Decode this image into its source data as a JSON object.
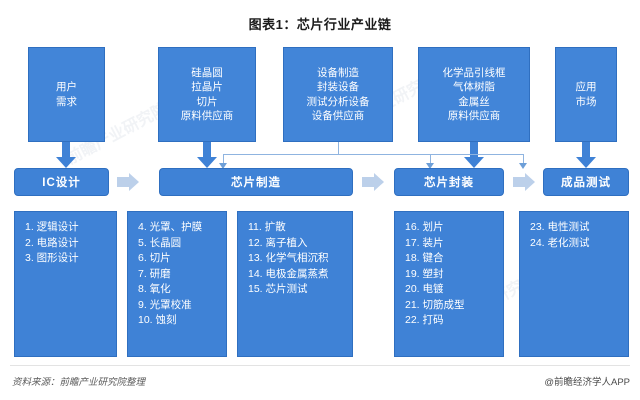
{
  "title": "图表1：芯片行业产业链",
  "sources": [
    {
      "name": "user-demand",
      "lines": [
        "用户",
        "需求"
      ]
    },
    {
      "name": "wafer-supply",
      "lines": [
        "硅晶圆",
        "拉晶片",
        "切片",
        "原料供应商"
      ]
    },
    {
      "name": "equipment-supply",
      "lines": [
        "设备制造",
        "封装设备",
        "测试分析设备",
        "设备供应商"
      ]
    },
    {
      "name": "material-supply",
      "lines": [
        "化学品引线框",
        "气体树脂",
        "金属丝",
        "原料供应商"
      ]
    },
    {
      "name": "application-market",
      "lines": [
        "应用",
        "市场"
      ]
    }
  ],
  "stages": [
    {
      "name": "ic-design",
      "label": "IC设计"
    },
    {
      "name": "chip-manufacture",
      "label": "芯片制造"
    },
    {
      "name": "chip-packaging",
      "label": "芯片封装"
    },
    {
      "name": "final-test",
      "label": "成品测试"
    }
  ],
  "details": [
    {
      "name": "ic-design-steps",
      "items": [
        "1. 逻辑设计",
        "2. 电路设计",
        "3. 图形设计"
      ]
    },
    {
      "name": "manufacture-steps-a",
      "items": [
        "4. 光罩、护膜",
        "5. 长晶圆",
        "6. 切片",
        "7. 研磨",
        "8. 氧化",
        "9. 光罩校准",
        "10. 蚀刻"
      ]
    },
    {
      "name": "manufacture-steps-b",
      "items": [
        "11. 扩散",
        "12. 离子植入",
        "13. 化学气相沉积",
        "14. 电极金属蒸煮",
        "15. 芯片测试"
      ]
    },
    {
      "name": "packaging-steps",
      "items": [
        "16. 划片",
        "17. 装片",
        "18. 键合",
        "19. 塑封",
        "20. 电镀",
        "21. 切筋成型",
        "22. 打码"
      ]
    },
    {
      "name": "test-steps",
      "items": [
        "23. 电性测试",
        "24. 老化测试"
      ]
    }
  ],
  "footer": {
    "source": "资料来源：前瞻产业研究院整理",
    "credit": "@前瞻经济学人APP"
  },
  "watermarks": [
    "前瞻产业研究院",
    "前瞻产业研究院",
    "前瞻产业研究院"
  ],
  "colors": {
    "box_fill": "#3f82d6",
    "box_border": "#2f6fc0",
    "chevron": "#bcd0ea",
    "connector": "#8fb4e0",
    "text": "#ffffff"
  }
}
